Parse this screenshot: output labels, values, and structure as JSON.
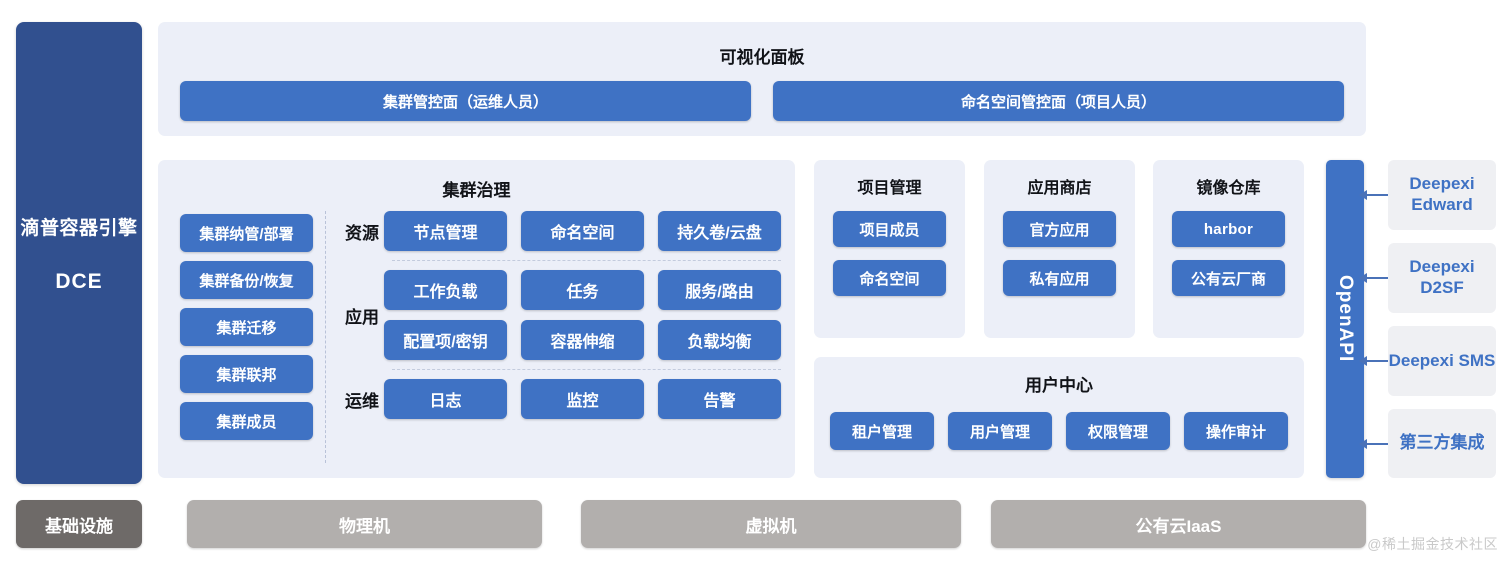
{
  "product": {
    "name": "滴普容器引擎",
    "abbr": "DCE"
  },
  "visualization": {
    "title": "可视化面板",
    "buttons": [
      {
        "label": "集群管控面（运维人员）"
      },
      {
        "label": "命名空间管控面（项目人员）"
      }
    ]
  },
  "governance": {
    "title": "集群治理",
    "left_chips": [
      {
        "label": "集群纳管/部署"
      },
      {
        "label": "集群备份/恢复"
      },
      {
        "label": "集群迁移"
      },
      {
        "label": "集群联邦"
      },
      {
        "label": "集群成员"
      }
    ],
    "rows": [
      {
        "label": "资源",
        "lines": [
          [
            "节点管理",
            "命名空间",
            "持久卷/云盘"
          ]
        ]
      },
      {
        "label": "应用",
        "lines": [
          [
            "工作负载",
            "任务",
            "服务/路由"
          ],
          [
            "配置项/密钥",
            "容器伸缩",
            "负载均衡"
          ]
        ]
      },
      {
        "label": "运维",
        "lines": [
          [
            "日志",
            "监控",
            "告警"
          ]
        ]
      }
    ]
  },
  "mini_panels": [
    {
      "key": "project",
      "title": "项目管理",
      "items": [
        "项目成员",
        "命名空间"
      ]
    },
    {
      "key": "appstore",
      "title": "应用商店",
      "items": [
        "官方应用",
        "私有应用"
      ]
    },
    {
      "key": "registry",
      "title": "镜像仓库",
      "items": [
        "harbor",
        "公有云厂商"
      ]
    }
  ],
  "user_center": {
    "title": "用户中心",
    "items": [
      "租户管理",
      "用户管理",
      "权限管理",
      "操作审计"
    ]
  },
  "openapi": {
    "label": "OpenAPI"
  },
  "integrations": [
    {
      "label": "Deepexi Edward"
    },
    {
      "label": "Deepexi D2SF"
    },
    {
      "label": "Deepexi SMS"
    },
    {
      "label": "第三方集成"
    }
  ],
  "infrastructure": {
    "label": "基础设施",
    "items": [
      "物理机",
      "虚拟机",
      "公有云IaaS"
    ]
  },
  "watermark": "@稀土掘金技术社区",
  "colors": {
    "brand_dark": "#31508f",
    "brand_blue": "#3f72c4",
    "panel_bg": "#eceff8",
    "infra_label": "#6e6a68",
    "infra_item": "#b2afad",
    "integration_text": "#3f72c4"
  }
}
